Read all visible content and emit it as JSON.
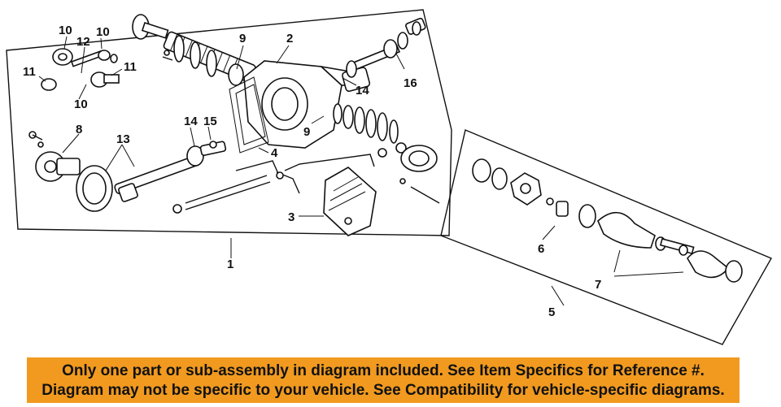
{
  "callouts": {
    "c1": "1",
    "c2": "2",
    "c3": "3",
    "c4": "4",
    "c5": "5",
    "c6": "6",
    "c7": "7",
    "c8": "8",
    "c9a": "9",
    "c9b": "9",
    "c10a": "10",
    "c10b": "10",
    "c10c": "10",
    "c11a": "11",
    "c11b": "11",
    "c12": "12",
    "c13": "13",
    "c14a": "14",
    "c14b": "14",
    "c15": "15",
    "c16": "16"
  },
  "disclaimer": {
    "line1": "Only one part or sub-assembly in diagram included. See Item Specifics for Reference #.",
    "line2": "Diagram may not be specific to your vehicle. See Compatibility for vehicle-specific diagrams."
  },
  "colors": {
    "banner": "#f19a1f",
    "ink": "#111111"
  }
}
